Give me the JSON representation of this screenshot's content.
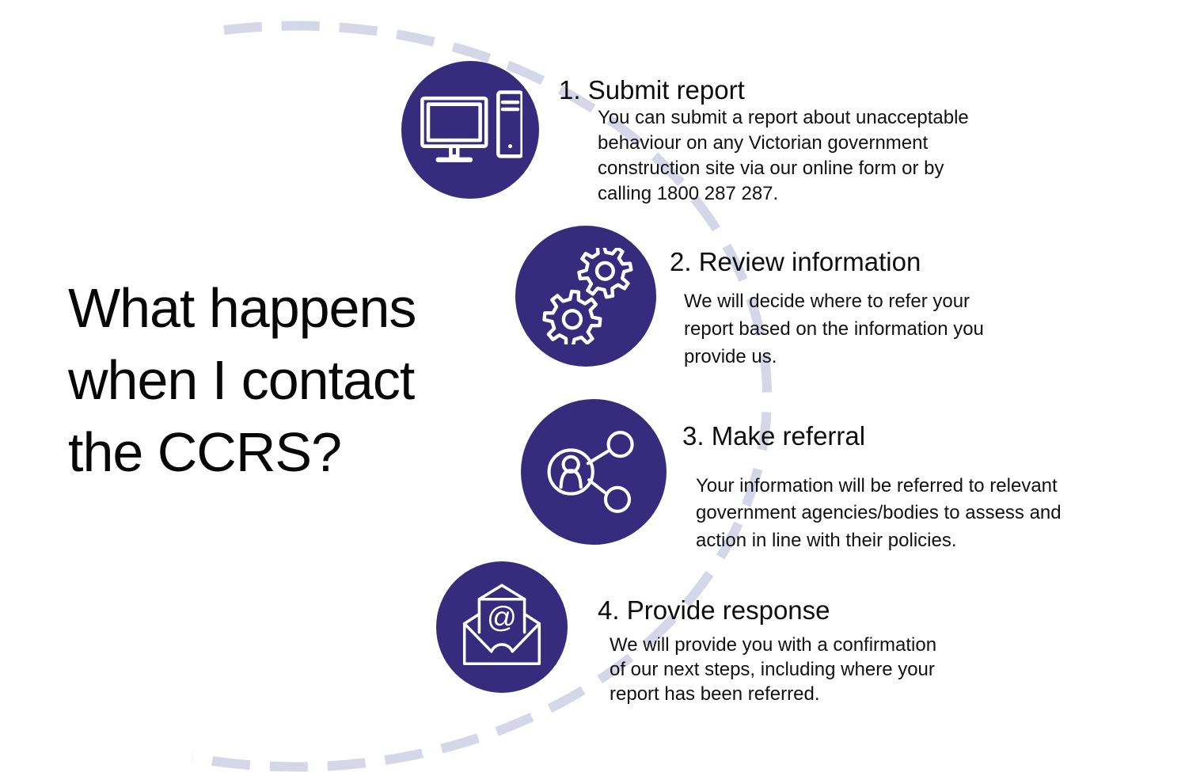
{
  "title": {
    "text": "What happens\nwhen I contact\nthe CCRS?"
  },
  "colors": {
    "circle_purple": "#362b7d",
    "dash_lavender": "#d5d6e8",
    "icon_stroke": "#ffffff",
    "text": "#0d0d0d",
    "background": "#ffffff"
  },
  "decoration": {
    "dashed_arc": "dashed lavender arc linking the four step circles"
  },
  "steps": [
    {
      "heading": "1. Submit report",
      "body": "You can submit a report about unacceptable\nbehaviour on any Victorian government\nconstruction site via our online form or by\ncalling 1800 287 287.",
      "icon": "desktop-computer-icon"
    },
    {
      "heading": "2. Review information",
      "body": "We will decide where to refer your\nreport based on the information you\nprovide us.",
      "icon": "gears-icon"
    },
    {
      "heading": "3. Make referral",
      "body": "Your information will be referred to relevant\ngovernment agencies/bodies to assess and\naction in line with their policies.",
      "icon": "share-referral-icon"
    },
    {
      "heading": "4. Provide response",
      "body": "We will provide you with a confirmation\nof our next steps, including where your\nreport has been referred.",
      "icon": "email-envelope-icon"
    }
  ]
}
